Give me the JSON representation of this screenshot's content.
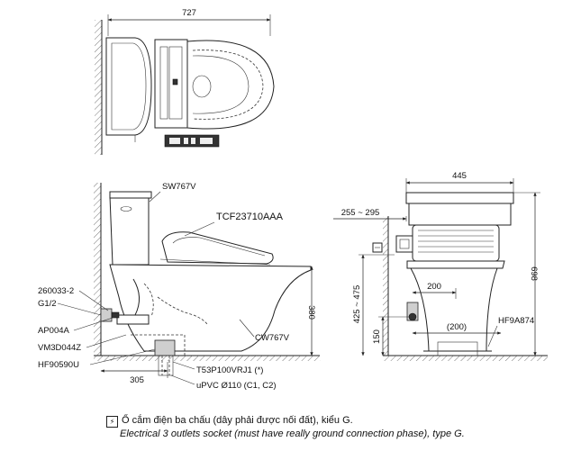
{
  "dimensions": {
    "top_width": "727",
    "front_width": "445",
    "depth_range": "255 ~ 295",
    "height_total": "698",
    "seat_height": "380",
    "rough_in_range": "425 ~ 475",
    "rough_in": "305",
    "drain_offset": "200",
    "drain_offset_ref": "(200)",
    "floor_outlet_height": "150"
  },
  "parts": {
    "tank": "SW767V",
    "seat": "TCF23710AAA",
    "bowl": "CW767V",
    "p1": "260033-2",
    "p2": "G1/2",
    "p3": "AP004A",
    "p4": "VM3D044Z",
    "p5": "HF90590U",
    "trap": "T53P100VRJ1 (*)",
    "pipe": "uPVC Ø110 (C1, C2)",
    "front_part": "HF9A874"
  },
  "note": {
    "icon": "power-outlet-icon",
    "vi": "Ổ cắm điện ba chấu (dây phải được nối đất), kiểu G.",
    "en": "Electrical 3 outlets socket (must have really ground connection phase), type G."
  }
}
